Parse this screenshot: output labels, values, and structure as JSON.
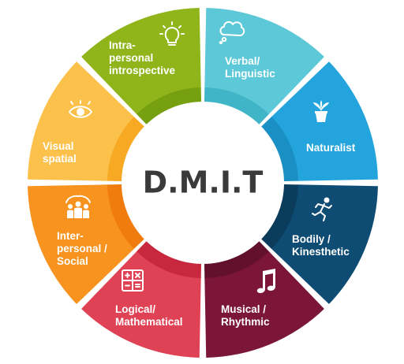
{
  "title": "D.M.I.T",
  "segments": [
    {
      "id": "verbal",
      "lines": [
        "Verbal/",
        "Linguistic"
      ],
      "icon": "thought-bubble-icon",
      "color": "#5cc8d8",
      "inner": "#3fb5c7"
    },
    {
      "id": "naturalist",
      "lines": [
        "Naturalist"
      ],
      "icon": "plant-pot-icon",
      "color": "#23a4dc",
      "inner": "#1a8fc4"
    },
    {
      "id": "bodily",
      "lines": [
        "Bodily /",
        "Kinesthetic"
      ],
      "icon": "running-person-icon",
      "color": "#0f4c74",
      "inner": "#0b3c5c"
    },
    {
      "id": "musical",
      "lines": [
        "Musical /",
        "Rhythmic"
      ],
      "icon": "music-note-icon",
      "color": "#7b1638",
      "inner": "#63102c"
    },
    {
      "id": "logical",
      "lines": [
        "Logical/",
        "Mathematical"
      ],
      "icon": "calculator-icon",
      "color": "#e04255",
      "inner": "#c8283e"
    },
    {
      "id": "interpersonal",
      "lines": [
        "Inter-",
        "personal /",
        "Social"
      ],
      "icon": "group-people-icon",
      "color": "#f7931e",
      "inner": "#f07c10"
    },
    {
      "id": "visual",
      "lines": [
        "Visual",
        "spatial"
      ],
      "icon": "eye-icon",
      "color": "#fbc14a",
      "inner": "#f7a923"
    },
    {
      "id": "intrapersonal",
      "lines": [
        "Intra-",
        "personal",
        "introspective"
      ],
      "icon": "lightbulb-icon",
      "color": "#8fb51a",
      "inner": "#76a010"
    }
  ]
}
